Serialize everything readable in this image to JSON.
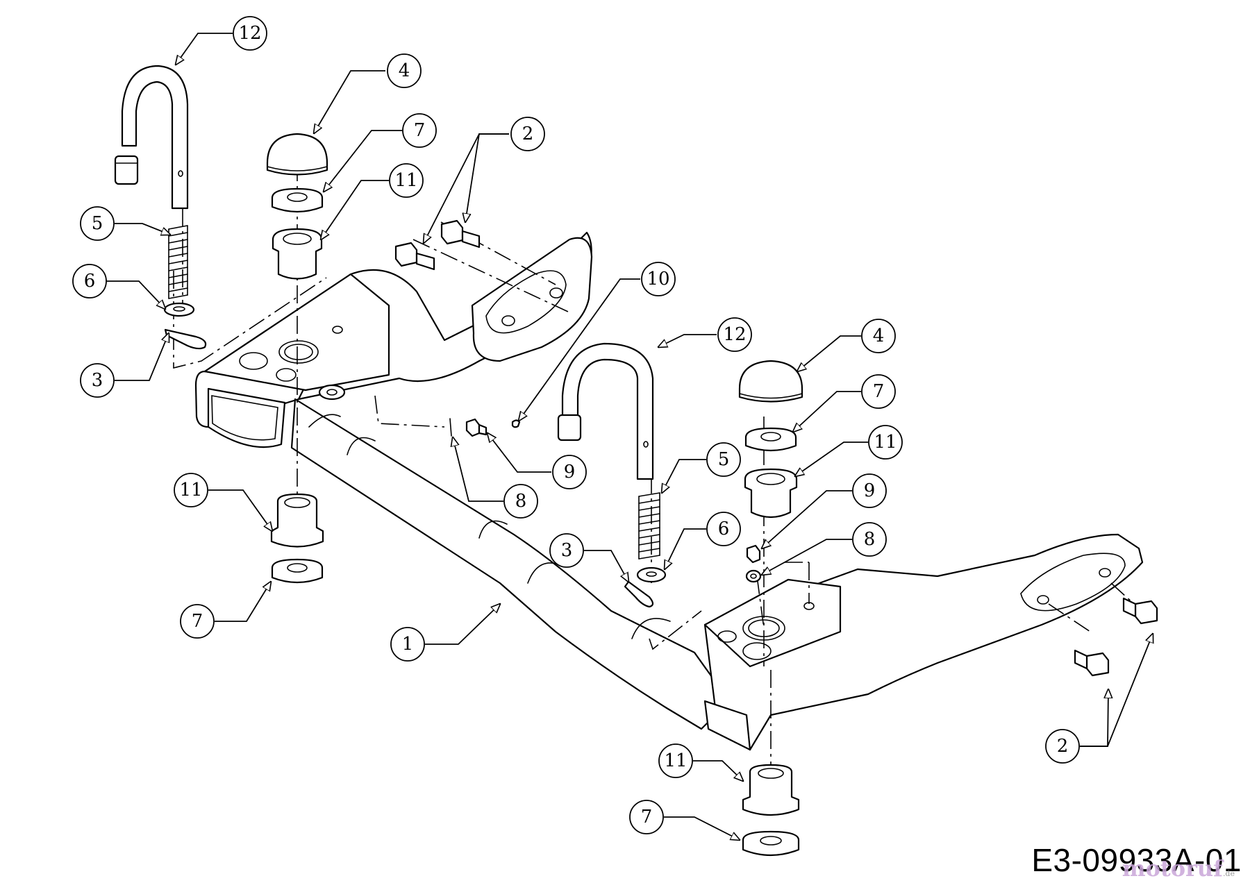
{
  "drawing_code": "E3-09933A-01",
  "watermark": {
    "brand": "motoruf",
    "suffix": ".de"
  },
  "callouts": [
    {
      "num": "12"
    },
    {
      "num": "4"
    },
    {
      "num": "7"
    },
    {
      "num": "11"
    },
    {
      "num": "2"
    },
    {
      "num": "5"
    },
    {
      "num": "6"
    },
    {
      "num": "3"
    },
    {
      "num": "10"
    },
    {
      "num": "9"
    },
    {
      "num": "8"
    },
    {
      "num": "11"
    },
    {
      "num": "7"
    },
    {
      "num": "1"
    },
    {
      "num": "12"
    },
    {
      "num": "4"
    },
    {
      "num": "7"
    },
    {
      "num": "11"
    },
    {
      "num": "5"
    },
    {
      "num": "9"
    },
    {
      "num": "6"
    },
    {
      "num": "3"
    },
    {
      "num": "8"
    },
    {
      "num": "2"
    },
    {
      "num": "11"
    },
    {
      "num": "7"
    }
  ]
}
